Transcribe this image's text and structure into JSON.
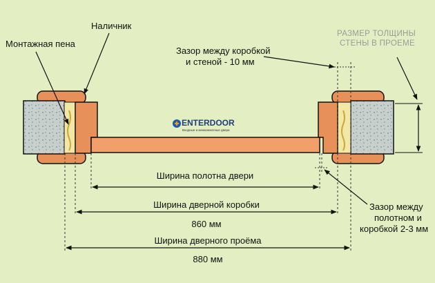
{
  "labels": {
    "architrave": "Наличник",
    "foam": "Монтажная пена",
    "gap_wall_line1": "Зазор между коробкой",
    "gap_wall_line2": "и стеной - 10 мм",
    "wall_size_line1": "РАЗМЕР ТОЛЩИНЫ",
    "wall_size_line2": "СТЕНЫ В ПРОЕМЕ",
    "gap_leaf_line1": "Зазор между",
    "gap_leaf_line2": "полотном и",
    "gap_leaf_line3": "коробкой 2-3 мм"
  },
  "dimensions": {
    "leaf_width": "Ширина полотна двери",
    "frame_width": "Ширина дверной коробки",
    "frame_value": "860 мм",
    "opening_width": "Ширина дверного проёма",
    "opening_value": "880 мм"
  },
  "logo": {
    "brand": "ENTERDOOR",
    "tagline": "Входные и межкомнатные двери"
  },
  "colors": {
    "background": "#e3efc2",
    "wood": "#e8905a",
    "wall": "#c9d2cf",
    "foam": "#f3e7a6",
    "leaf": "#f2a06b"
  }
}
